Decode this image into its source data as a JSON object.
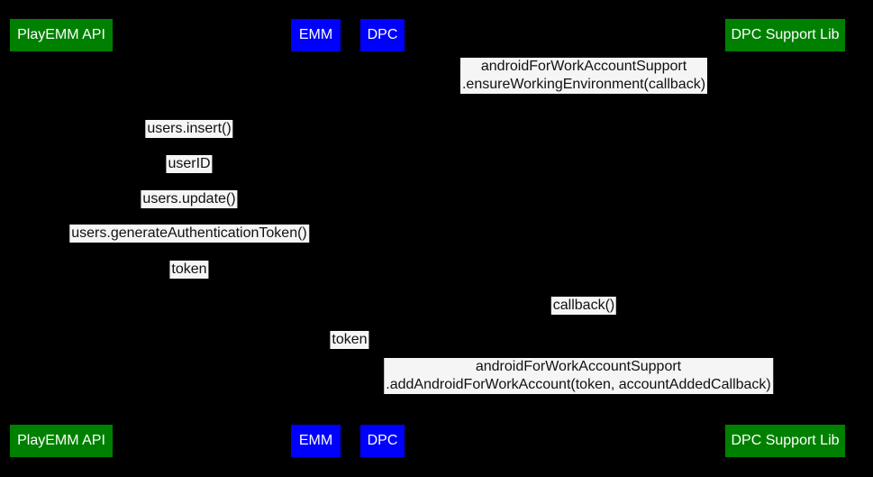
{
  "colors": {
    "background": "#000000",
    "actor_green": "#008000",
    "actor_blue": "#0000ff",
    "actor_text": "#ffffff",
    "message_bg": "#f5f5f5",
    "message_text": "#111111"
  },
  "actors": [
    {
      "label": "PlayEMM API",
      "color": "green"
    },
    {
      "label": "EMM",
      "color": "blue"
    },
    {
      "label": "DPC",
      "color": "blue"
    },
    {
      "label": "DPC Support Lib",
      "color": "green"
    }
  ],
  "messages": [
    {
      "lines": [
        "androidForWorkAccountSupport",
        ".ensureWorkingEnvironment(callback)"
      ],
      "from": "DPC",
      "to": "DPC Support Lib"
    },
    {
      "lines": [
        "users.insert()"
      ],
      "from": "PlayEMM API",
      "to": "EMM"
    },
    {
      "lines": [
        "userID"
      ],
      "from": "PlayEMM API",
      "to": "EMM"
    },
    {
      "lines": [
        "users.update()"
      ],
      "from": "PlayEMM API",
      "to": "EMM"
    },
    {
      "lines": [
        "users.generateAuthenticationToken()"
      ],
      "from": "PlayEMM API",
      "to": "EMM"
    },
    {
      "lines": [
        "token"
      ],
      "from": "PlayEMM API",
      "to": "EMM"
    },
    {
      "lines": [
        "callback()"
      ],
      "from": "DPC Support Lib",
      "to": "DPC"
    },
    {
      "lines": [
        "token"
      ],
      "from": "EMM",
      "to": "DPC"
    },
    {
      "lines": [
        "androidForWorkAccountSupport",
        ".addAndroidForWorkAccount(token, accountAddedCallback)"
      ],
      "from": "DPC",
      "to": "DPC Support Lib"
    }
  ]
}
